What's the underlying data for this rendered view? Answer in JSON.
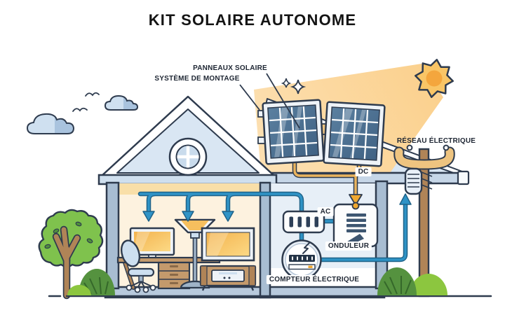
{
  "title": "KIT SOLAIRE AUTONOME",
  "labels": {
    "panneaux_solaire": "PANNEAUX SOLAIRE",
    "systeme_de_montage": "SYSTÈME DE MONTAGE",
    "reseau_electrique": "RÉSEAU ÉLECTRIQUE",
    "dc": "DC",
    "ac": "AC",
    "onduleur": "ONDULEUR",
    "compteur_electrique": "COMPTEUR ÉLECTRIQUE"
  },
  "colors": {
    "outline": "#2e3b4e",
    "sun_core": "#f4a63d",
    "sun_beam": "#fcdaa2",
    "dc_wire": "#eab45e",
    "ac_wire": "#2f93c6",
    "panel_glass": "#48698a",
    "screen_orange": "#f5bc57",
    "foliage_green": "#7fc24d"
  }
}
